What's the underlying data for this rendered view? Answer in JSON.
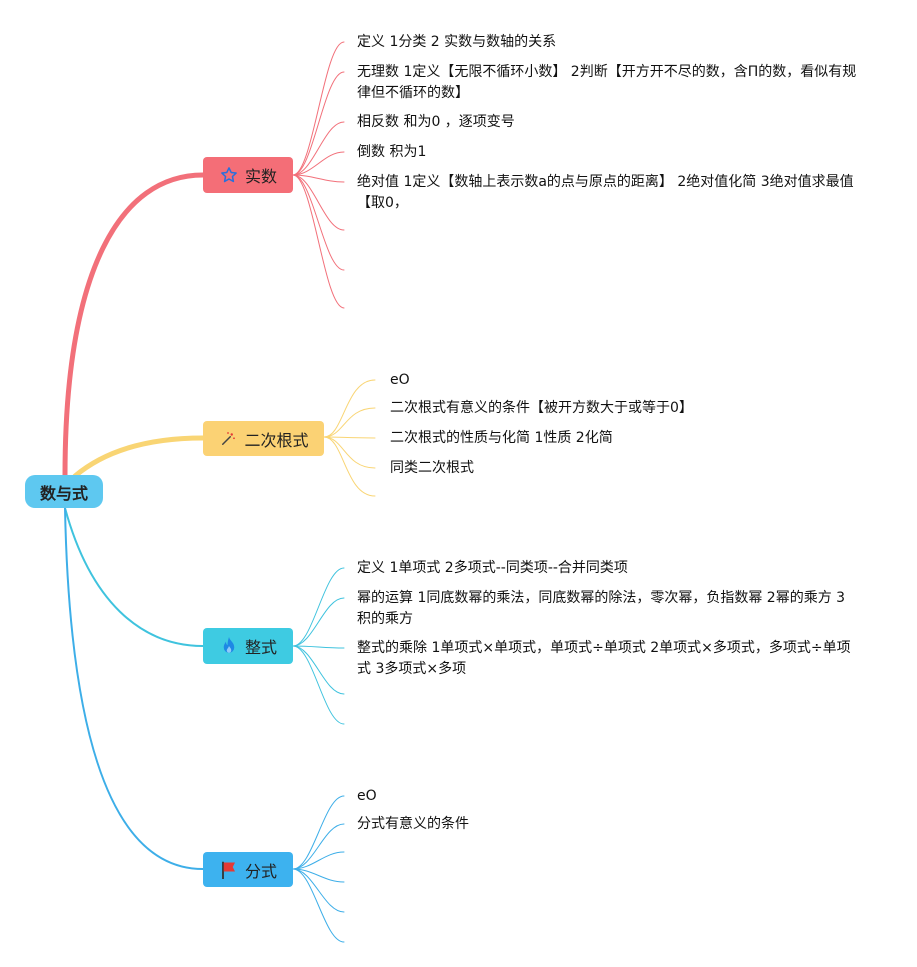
{
  "root": {
    "label": "数与式"
  },
  "branches": [
    {
      "label": "实数",
      "icon": "star-icon",
      "color": "#f2707a",
      "bg": "#f46e77",
      "leaves": [
        "定义 1分类 2 实数与数轴的关系",
        "无理数 1定义【无限不循环小数】 2判断【开方开不尽的数，含Π的数，看似有规律但不循环的数】",
        "相反数 和为0 ，逐项变号",
        "倒数 积为1",
        "绝对值 1定义【数轴上表示数a的点与原点的距离】 2绝对值化简 3绝对值求最值【取0，"
      ]
    },
    {
      "label": "二次根式",
      "icon": "magic-wand-icon",
      "color": "#f9d574",
      "bg": "#fbd274",
      "leaves": [
        "eO",
        "二次根式有意义的条件【被开方数大于或等于0】",
        "二次根式的性质与化简 1性质 2化简",
        "同类二次根式"
      ]
    },
    {
      "label": "整式",
      "icon": "fire-icon",
      "color": "#3fc3de",
      "bg": "#3ecbe2",
      "leaves": [
        "定义 1单项式 2多项式--同类项--合并同类项",
        "幂的运算 1同底数幂的乘法，同底数幂的除法，零次幂，负指数幂 2幂的乘方 3积的乘方",
        "整式的乘除 1单项式×单项式，单项式÷单项式 2单项式×多项式，多项式÷单项式 3多项式×多项"
      ]
    },
    {
      "label": "分式",
      "icon": "flag-icon",
      "color": "#3daee8",
      "bg": "#3db2ef",
      "leaves": [
        "eO",
        "分式有意义的条件"
      ]
    }
  ]
}
